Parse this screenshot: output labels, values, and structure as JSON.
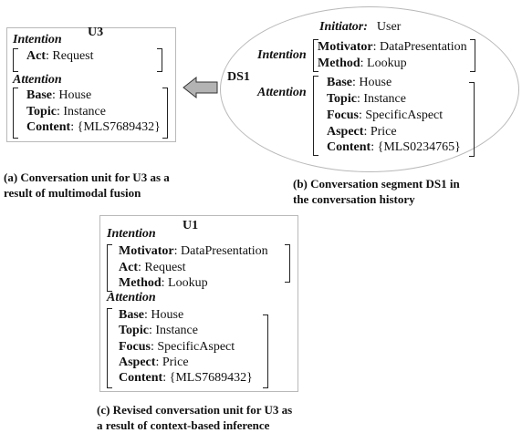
{
  "panel_a": {
    "title": "U3",
    "intention_label": "Intention",
    "act_key": "Act",
    "act_value": ": Request",
    "attention_label": "Attention",
    "base_key": "Base",
    "base_value": ": House",
    "topic_key": "Topic",
    "topic_value": ": Instance",
    "content_key": "Content",
    "content_value": ": {MLS7689432}",
    "caption_line1": "(a) Conversation unit for U3  as a",
    "caption_line2": "result of multimodal fusion"
  },
  "panel_b": {
    "title": "DS1",
    "initiator_key": "Initiator:",
    "initiator_value": "User",
    "intention_label": "Intention",
    "motivator_key": "Motivator",
    "motivator_value": ": DataPresentation",
    "method_key": "Method",
    "method_value": ": Lookup",
    "attention_label": "Attention",
    "base_key": "Base",
    "base_value": ": House",
    "topic_key": "Topic",
    "topic_value": ": Instance",
    "focus_key": "Focus",
    "focus_value": ": SpecificAspect",
    "aspect_key": "Aspect",
    "aspect_value": ": Price",
    "content_key": "Content",
    "content_value": ": {MLS0234765}",
    "caption_line1": "(b) Conversation segment DS1 in",
    "caption_line2": "the conversation history"
  },
  "panel_c": {
    "title": "U1",
    "intention_label": "Intention",
    "motivator_key": "Motivator",
    "motivator_value": ": DataPresentation",
    "act_key": "Act",
    "act_value": ": Request",
    "method_key": "Method",
    "method_value": ": Lookup",
    "attention_label": "Attention",
    "base_key": "Base",
    "base_value": ": House",
    "topic_key": "Topic",
    "topic_value": ": Instance",
    "focus_key": "Focus",
    "focus_value": ": SpecificAspect",
    "aspect_key": "Aspect",
    "aspect_value": ": Price",
    "content_key": "Content",
    "content_value": ": {MLS7689432}",
    "caption_line1": "(c) Revised conversation unit for U3  as",
    "caption_line2": "a result of context-based inference"
  },
  "colors": {
    "arrow_fill": "#b3b3b3",
    "border": "#b9b9b9"
  }
}
